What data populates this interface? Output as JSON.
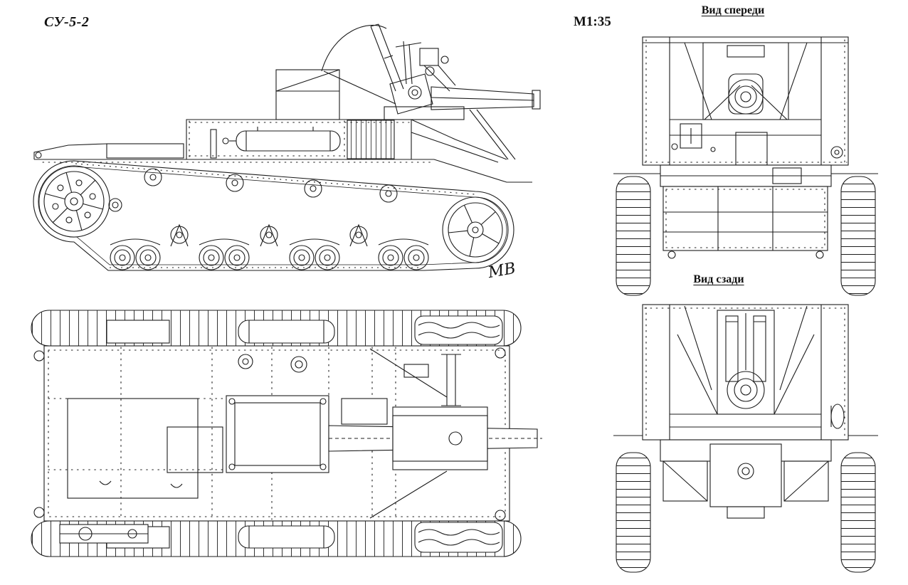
{
  "drawing": {
    "title": "СУ-5-2",
    "scale_note": "М1:35",
    "signature_monogram": "МВ"
  },
  "view_labels": {
    "front": "Вид спереди",
    "rear": "Вид сзади"
  },
  "colors": {
    "line": "#1c1c1c",
    "background": "#ffffff"
  }
}
